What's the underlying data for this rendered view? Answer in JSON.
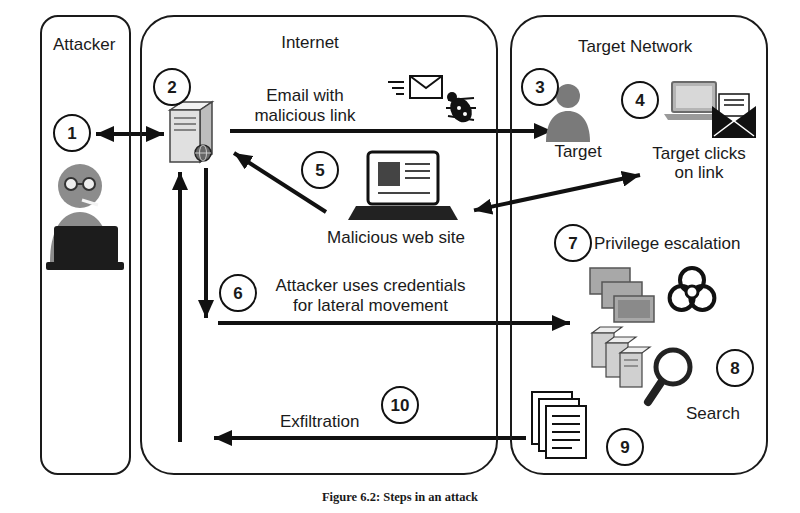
{
  "diagram": {
    "caption": "Figure 6.2: Steps in an attack",
    "nodes": [
      {
        "text": [
          "Attacker"
        ]
      },
      {
        "text": [
          "1"
        ],
        "in": 0
      },
      {
        "text": [
          "Internet"
        ]
      },
      {
        "text": [
          "2"
        ],
        "in": 2
      },
      {
        "text": [
          "5"
        ],
        "in": 2
      },
      {
        "text": [
          "Malicious web site"
        ],
        "in": 2
      },
      {
        "text": [
          "6"
        ],
        "in": 2
      },
      {
        "text": [
          "10"
        ],
        "in": 2
      },
      {
        "text": [
          "Target Network"
        ]
      },
      {
        "text": [
          "3"
        ],
        "in": 8
      },
      {
        "text": [
          "Target"
        ],
        "in": 8
      },
      {
        "text": [
          "4"
        ],
        "in": 8
      },
      {
        "text": [
          "Target clicks on link"
        ],
        "in": 8
      },
      {
        "text": [
          "7"
        ],
        "in": 8
      },
      {
        "text": [
          "8"
        ],
        "in": 8
      },
      {
        "text": [
          "9"
        ],
        "in": 8
      }
    ],
    "edges": [
      {
        "from": 12,
        "to": 5,
        "arrow": "both"
      }
    ],
    "labels": [
      "Email with malicious link",
      "Attacker uses credentials for lateral movement",
      "Exfiltration",
      "Privilege escalation",
      "Search"
    ]
  }
}
